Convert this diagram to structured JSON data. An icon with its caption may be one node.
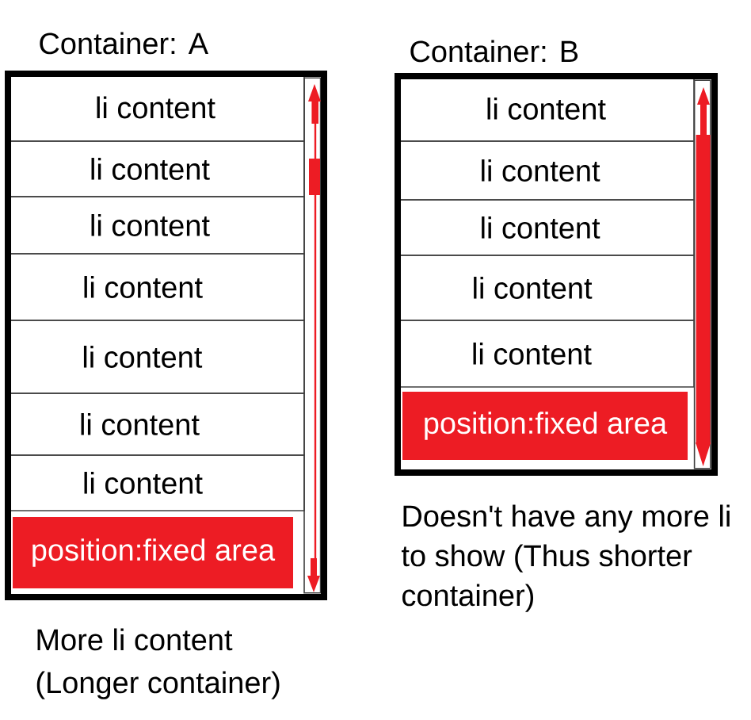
{
  "diagram": {
    "nodes": [
      {
        "text": [
          "Container: A"
        ],
        "beside": [
          "More li content (Longer container)"
        ]
      },
      {
        "text": [
          "li content"
        ],
        "in": 0
      },
      {
        "text": [
          "li content"
        ],
        "in": 0
      },
      {
        "text": [
          "li content"
        ],
        "in": 0
      },
      {
        "text": [
          "li content"
        ],
        "in": 0
      },
      {
        "text": [
          "li content"
        ],
        "in": 0
      },
      {
        "text": [
          "li content"
        ],
        "in": 0
      },
      {
        "text": [
          "li content"
        ],
        "in": 0
      },
      {
        "text": [
          "position:fixed area"
        ],
        "in": 0
      },
      {
        "text": [
          "Container: B"
        ],
        "beside": [
          "Doesn't have any more li to show (Thus shorter container)"
        ]
      },
      {
        "text": [
          "li content"
        ],
        "in": 9
      },
      {
        "text": [
          "li content"
        ],
        "in": 9
      },
      {
        "text": [
          "li content"
        ],
        "in": 9
      },
      {
        "text": [
          "li content"
        ],
        "in": 9
      },
      {
        "text": [
          "li content"
        ],
        "in": 9
      },
      {
        "text": [
          "position:fixed area"
        ],
        "in": 9
      },
      {
        "text": [],
        "shape": "bar",
        "in": 0
      },
      {
        "text": [],
        "shape": "bar",
        "in": 9
      }
    ]
  }
}
